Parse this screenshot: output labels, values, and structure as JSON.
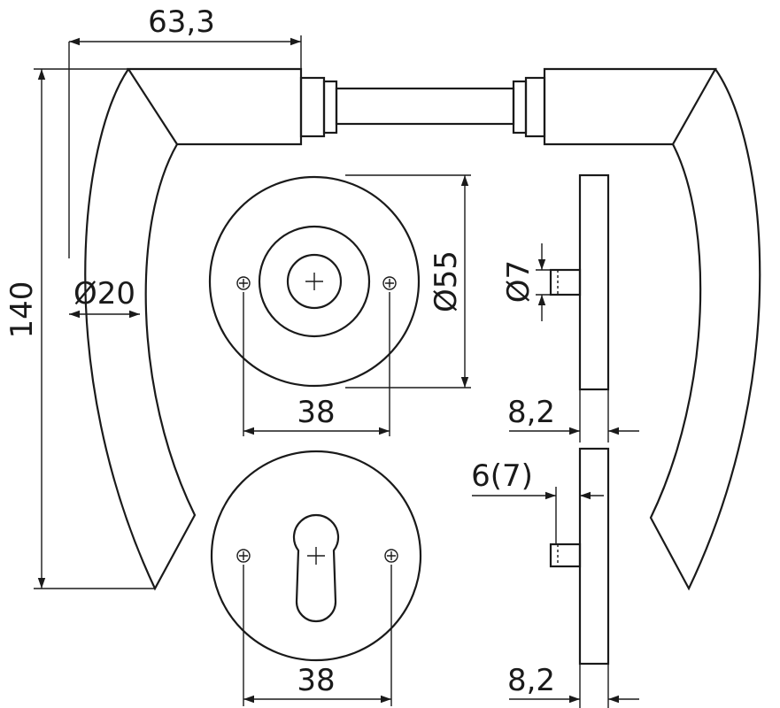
{
  "dimensions": {
    "lever_projection": "63,3",
    "lever_height": "140",
    "lever_diameter": "Ø20",
    "rosette_diameter": "Ø55",
    "screw_spacing_top": "38",
    "spindle_diameter": "Ø7",
    "rosette_thickness_top": "8,2",
    "cylinder_offset": "6(7)",
    "screw_spacing_bottom": "38",
    "rosette_thickness_bottom": "8,2"
  }
}
